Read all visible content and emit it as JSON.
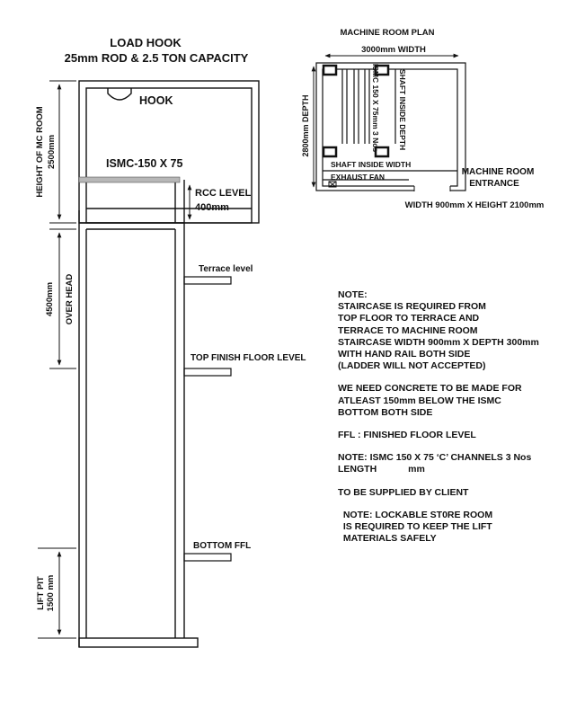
{
  "title": {
    "line1": "LOAD HOOK",
    "line2": "25mm ROD & 2.5  TON CAPACITY"
  },
  "elevation": {
    "hook": "HOOK",
    "beam": "ISMC-150 X 75",
    "rcc_level": "RCC LEVEL",
    "rcc_value": "400mm",
    "height_mc_room_label": "HEIGHT OF MC ROOM",
    "height_mc_room_value": "2500mm",
    "overhead_label": "OVER HEAD",
    "overhead_value": "4500mm",
    "lift_pit_label": "LIFT PIT",
    "lift_pit_value": "1500 mm",
    "terrace_level": "Terrace level",
    "top_finish_floor_level": "TOP FINISH FLOOR LEVEL",
    "bottom_ffl": "BOTTOM FFL"
  },
  "plan": {
    "title": "MACHINE ROOM PLAN",
    "width": "3000mm WIDTH",
    "depth": "2800mm DEPTH",
    "ismc": "ISMC 150 X 75mm 3 Nos",
    "shaft_inside_depth": "SHAFT INSIDE DEPTH",
    "shaft_inside_width": "SHAFT INSIDE WIDTH",
    "exhaust_fan": "EXHAUST FAN",
    "entrance_line1": "MACHINE ROOM",
    "entrance_line2": "ENTRANCE",
    "entrance_size": "WIDTH 900mm X HEIGHT 2100mm"
  },
  "notes": [
    "NOTE:",
    "STAIRCASE IS REQUIRED FROM",
    "TOP FLOOR TO TERRACE AND",
    "TERRACE TO MACHINE ROOM",
    "STAIRCASE WIDTH 900mm X DEPTH 300mm",
    "WITH HAND RAIL BOTH SIDE",
    "(LADDER WILL NOT ACCEPTED)",
    "",
    "WE NEED CONCRETE TO BE MADE FOR",
    "ATLEAST 150mm BELOW THE ISMC",
    "BOTTOM BOTH SIDE",
    "",
    "FFL : FINISHED FLOOR LEVEL",
    "",
    "NOTE: ISMC 150 X 75 ‘C’ CHANNELS 3 Nos",
    "LENGTH            mm",
    "",
    "TO BE SUPPLIED BY CLIENT",
    "",
    "  NOTE: LOCKABLE ST0RE ROOM",
    "  IS REQUIRED TO KEEP THE LIFT",
    "  MATERIALS SAFELY"
  ]
}
